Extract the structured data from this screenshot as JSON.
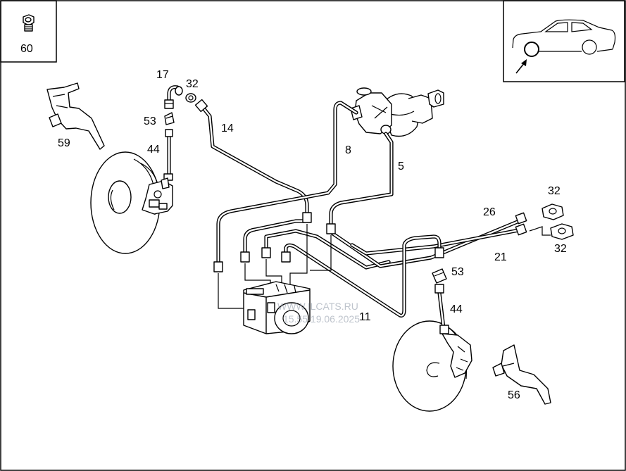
{
  "legend_part": {
    "number": "60"
  },
  "callouts": {
    "c60": "60",
    "c17": "17",
    "c32a": "32",
    "c14": "14",
    "c53a": "53",
    "c44a": "44",
    "c59": "59",
    "c8": "8",
    "c5": "5",
    "c32b": "32",
    "c26": "26",
    "c32c": "32",
    "c21": "21",
    "c53b": "53",
    "c44b": "44",
    "c11": "11",
    "c56": "56"
  },
  "watermark": {
    "line1": "WWW.ILCATS.RU",
    "line2": "15.55 19.06.2025"
  },
  "locator": {
    "icon": "car-side-icon",
    "marker": "wheel-circle",
    "arrow": "pointer-arrow"
  },
  "colors": {
    "ink": "#000000",
    "paper": "#ffffff",
    "watermark": "#8a94a3"
  }
}
